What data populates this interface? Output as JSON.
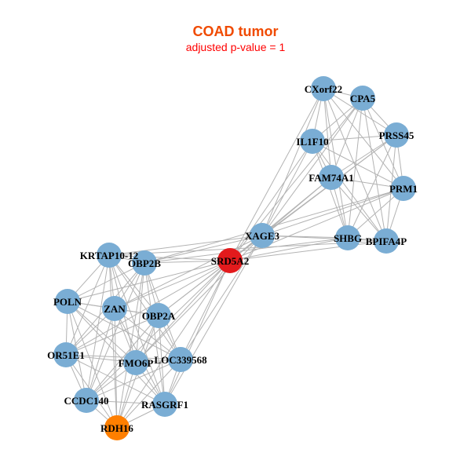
{
  "title": "COAD tumor",
  "subtitle": "adjusted p-value = 1",
  "colors": {
    "title": "#f04a00",
    "subtitle": "#ff0000",
    "default_node": "#7aadd4",
    "highlight_node": "#e31a1c",
    "secondary_node": "#ff7f00",
    "edge": "#b3b3b3"
  },
  "nodes": [
    {
      "id": "CXorf22",
      "color": "default"
    },
    {
      "id": "CPA5",
      "color": "default"
    },
    {
      "id": "IL1F10",
      "color": "default"
    },
    {
      "id": "PRSS45",
      "color": "default"
    },
    {
      "id": "FAM74A1",
      "color": "default"
    },
    {
      "id": "PRM1",
      "color": "default"
    },
    {
      "id": "XAGE3",
      "color": "default"
    },
    {
      "id": "SHBG",
      "color": "default"
    },
    {
      "id": "BPIFA4P",
      "color": "default"
    },
    {
      "id": "SRD5A2",
      "color": "highlight"
    },
    {
      "id": "KRTAP10-12",
      "color": "default"
    },
    {
      "id": "OBP2B",
      "color": "default"
    },
    {
      "id": "POLN",
      "color": "default"
    },
    {
      "id": "ZAN",
      "color": "default"
    },
    {
      "id": "OBP2A",
      "color": "default"
    },
    {
      "id": "OR51E1",
      "color": "default"
    },
    {
      "id": "FMO6P",
      "color": "default"
    },
    {
      "id": "LOC339568",
      "color": "default"
    },
    {
      "id": "CCDC140",
      "color": "default"
    },
    {
      "id": "RASGRF1",
      "color": "default"
    },
    {
      "id": "RDH16",
      "color": "secondary"
    }
  ],
  "clusters": {
    "upper": [
      "CXorf22",
      "CPA5",
      "IL1F10",
      "PRSS45",
      "FAM74A1",
      "PRM1",
      "XAGE3",
      "SHBG",
      "BPIFA4P"
    ],
    "lower": [
      "KRTAP10-12",
      "OBP2B",
      "POLN",
      "ZAN",
      "OBP2A",
      "OR51E1",
      "FMO6P",
      "LOC339568",
      "CCDC140",
      "RASGRF1",
      "RDH16"
    ]
  },
  "hub": "SRD5A2"
}
